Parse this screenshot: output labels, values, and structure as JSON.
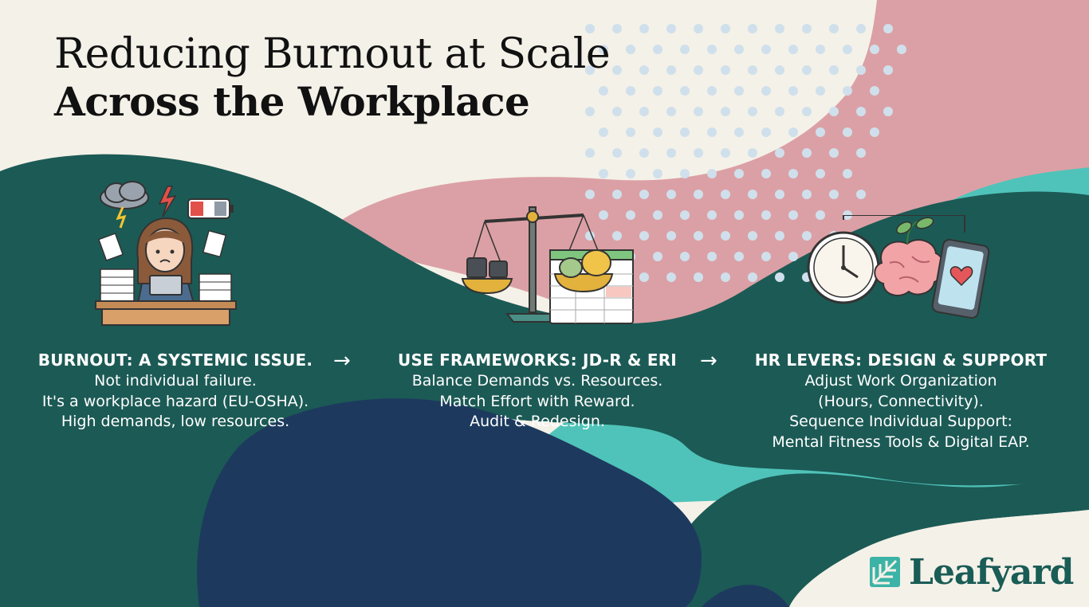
{
  "title": {
    "line1": "Reducing Burnout at Scale",
    "line2": "Across the Workplace"
  },
  "columns": [
    {
      "heading": "BURNOUT: A SYSTEMIC ISSUE.",
      "lines": [
        "Not individual failure.",
        "It's a workplace hazard (EU-OSHA).",
        "High demands, low resources."
      ],
      "illustration": "stressed-worker-at-desk"
    },
    {
      "heading": "USE FRAMEWORKS: JD-R & ERI",
      "lines": [
        "Balance Demands vs. Resources.",
        "Match Effort with Reward.",
        "Audit & Redesign."
      ],
      "illustration": "balance-scale-with-spreadsheet"
    },
    {
      "heading": "HR LEVERS: DESIGN & SUPPORT",
      "lines": [
        "Adjust Work Organization",
        "(Hours, Connectivity).",
        "Sequence Individual Support:",
        "Mental Fitness Tools & Digital EAP."
      ],
      "illustration": "clock-brain-tablet"
    }
  ],
  "arrows": [
    "→",
    "→"
  ],
  "brand": {
    "name": "Leafyard",
    "icon": "leaf-square-icon"
  },
  "colors": {
    "cream": "#f4f1e8",
    "teal_dark": "#1c5a55",
    "teal_light": "#4fc3b9",
    "pink": "#dba0a5",
    "navy": "#1d3a5e",
    "dots": "#cfe0ec"
  }
}
